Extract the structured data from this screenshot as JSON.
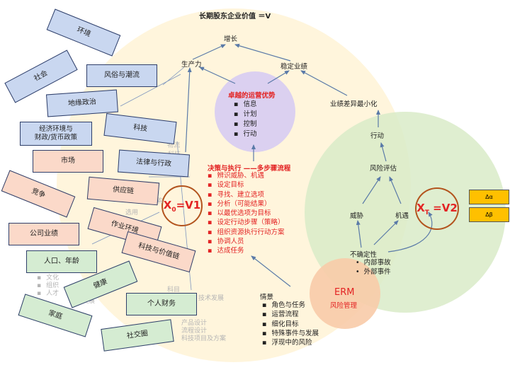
{
  "title": "长期股东企业价值 ＝V",
  "nodes": {
    "growth": "增长",
    "productivity": "生产力",
    "stable": "稳定业绩",
    "variance": "业绩差异最小化",
    "action": "行动",
    "risk_eval": "风险评估",
    "threat": "威胁",
    "opportunity": "机遇",
    "uncertainty": "不确定性"
  },
  "uncertainty_items": [
    "内部事故",
    "外部事件"
  ],
  "ops": {
    "title": "卓越的运营优势",
    "items": [
      "信息",
      "计划",
      "控制",
      "行动"
    ]
  },
  "decision": {
    "title": "决策与执行 ——多步骤流程",
    "items": [
      "辨识威胁、机遇",
      "设定目标",
      "寻找、建立选项",
      "分析（可能结果）",
      "以最优选项为目标",
      "设定行动步骤（策略）",
      "组织资源执行行动方案",
      "协调人员",
      "达成任务"
    ]
  },
  "scenario": {
    "title": "情景",
    "items": [
      "角色与任务",
      "运营流程",
      "细化目标",
      "特殊事件与发展",
      "浮现中的风险"
    ]
  },
  "erm": {
    "title": "ERM",
    "subtitle": "风险管理"
  },
  "x0": {
    "main": "X",
    "sub": "0",
    "rest": "=V1"
  },
  "xt": {
    "main": "X",
    "sub": "T",
    "rest": " =V2"
  },
  "delta_alpha": "Δα",
  "delta_beta": "Δβ",
  "boxes": {
    "env": "环境",
    "society": "社会",
    "customs": "风俗与潮流",
    "geopolitics": "地缘政治",
    "economy": "经济环境与\n财政/货币政策",
    "tech": "科技",
    "market": "市场",
    "law": "法律与行政",
    "competition": "竞争",
    "supply": "供应链",
    "company": "公司业绩",
    "workenv": "作业环境",
    "population": "人口、年龄",
    "techvalue": "科技与价值链",
    "health": "健康",
    "finance": "个人财务",
    "family": "家庭",
    "social": "社交圈"
  },
  "faint_left": [
    "文化",
    "组织",
    "人才",
    "与发展"
  ],
  "faint_mid": [
    "产品设计",
    "流程设计",
    "科技项目及方案"
  ],
  "faint_bits": [
    "物流",
    "采购",
    "选用",
    "科目",
    "技术发展",
    "科技"
  ]
}
